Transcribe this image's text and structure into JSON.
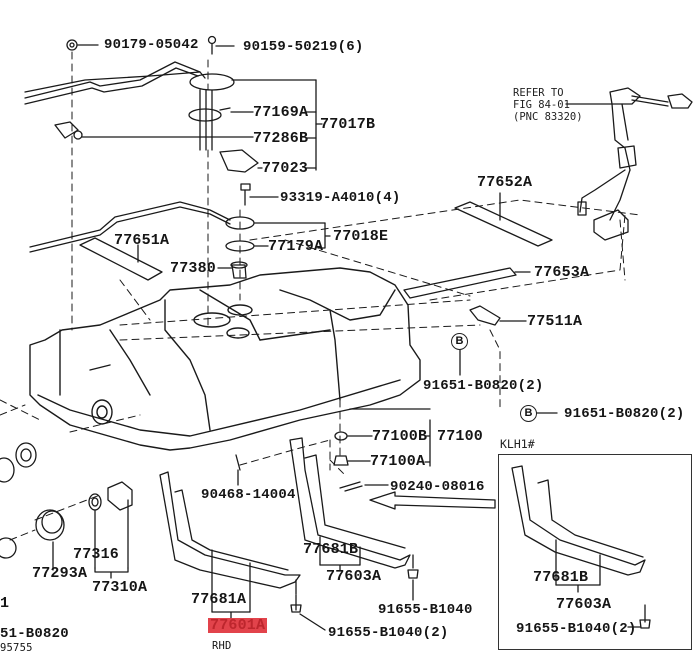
{
  "diagram": {
    "title": "Fuel Tank & Tube — exploded parts diagram",
    "highlight_color": "#e0343c",
    "selected_part": "77601A",
    "reference_note": {
      "lines": [
        "REFER TO",
        "FIG 84-01",
        "(PNC 83320)"
      ]
    },
    "inset": {
      "label": "KLH1#"
    },
    "labels": {
      "p90179": "90179-05042",
      "p90159": "90159-50219(6)",
      "p77169A": "77169A",
      "p77286B": "77286B",
      "p77017B": "77017B",
      "p77023": "77023",
      "p93319": "93319-A4010(4)",
      "p77018E": "77018E",
      "p77179A": "77179A",
      "p77380": "77380",
      "p77651A": "77651A",
      "p77652A": "77652A",
      "p77653A": "77653A",
      "p77511A": "77511A",
      "p91651_a": "91651-B0820(2)",
      "p91651_b": "91651-B0820(2)",
      "p77100B": "77100B",
      "p77100": "77100",
      "p77100A": "77100A",
      "p90240": "90240-08016",
      "p90468": "90468-14004",
      "p77681B": "77681B",
      "p77603A": "77603A",
      "p91655_mid": "91655-B1040",
      "p77681A": "77681A",
      "p77601A": "77601A",
      "p91655_bottom": "91655-B1040(2)",
      "p77316": "77316",
      "p77293A": "77293A",
      "p77310A": "77310A",
      "inset_77681B": "77681B",
      "inset_77603A": "77603A",
      "inset_91655": "91655-B1040(2)",
      "left_cut_1": "1",
      "left_cut_2": "51-B0820",
      "left_cut_3": "95755",
      "rhd": "RHD",
      "circle_b": "B"
    }
  }
}
